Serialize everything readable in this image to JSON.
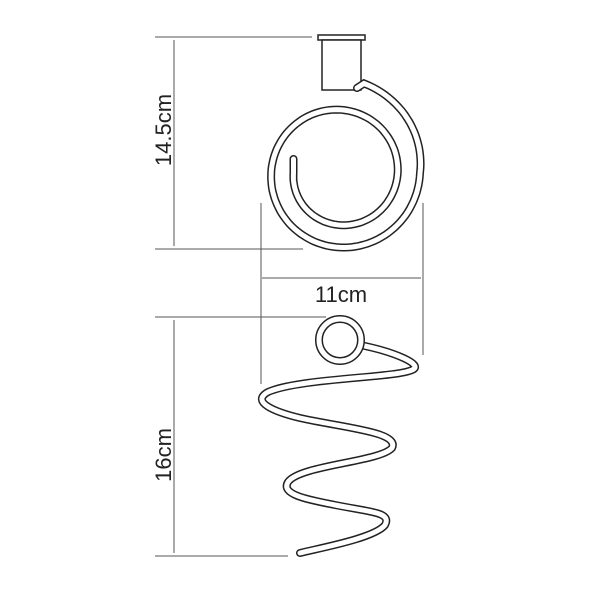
{
  "dimensions": {
    "upper_height": "14.5cm",
    "width": "11cm",
    "lower_height": "16cm"
  },
  "colors": {
    "line": "#222222",
    "dimension_line": "#555555",
    "background": "#ffffff"
  }
}
